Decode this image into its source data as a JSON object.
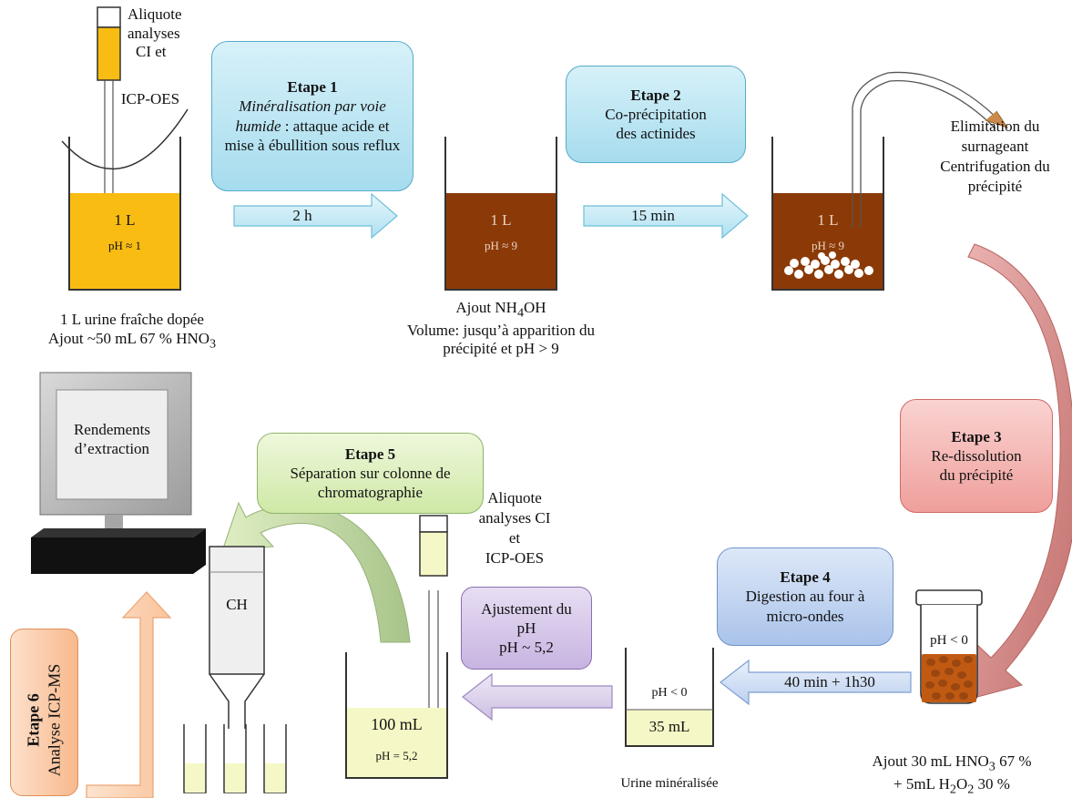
{
  "colors": {
    "box_blue": "#b9e6f3",
    "box_blue_border": "#4aa7c6",
    "box_red": "#f4b6b3",
    "box_red_border": "#cf6a66",
    "box_green": "#e2f2c2",
    "box_green_border": "#8eb56b",
    "box_purple": "#ddd1ec",
    "box_purple_border": "#8a6fb0",
    "box_lightblue": "#c7d9f3",
    "box_lightblue_border": "#6f93c9",
    "box_orange": "#fbd3b6",
    "box_orange_border": "#e18e55",
    "urine": "#f9bc13",
    "brown": "#8b3a07",
    "digest": "#c05a12",
    "pale": "#f5f8c6"
  },
  "top_aliquot": {
    "line1": "Aliquote",
    "line2": "analyses",
    "line3": "CI et",
    "line4": "ICP-OES"
  },
  "beaker1": {
    "volume": "1 L",
    "ph": "pH ≈ 1",
    "caption1": "1 L urine fraîche dopée",
    "caption2_pre": "Ajout ~50 mL 67 % HNO",
    "caption2_sub": "3"
  },
  "step1": {
    "title": "Etape 1",
    "italic": "Minéralisation par voie humide",
    "rest": " : attaque acide et mise à ébullition sous reflux",
    "arrow": "2 h"
  },
  "beaker2": {
    "volume": "1 L",
    "ph": "pH ≈ 9",
    "caption1_pre": "Ajout NH",
    "caption1_sub": "4",
    "caption1_post": "OH",
    "caption2": "Volume: jusqu’à apparition du",
    "caption3": "précipité et pH > 9"
  },
  "step2": {
    "title": "Etape 2",
    "line1": "Co-précipitation",
    "line2": "des  actinides",
    "arrow": "15 min"
  },
  "beaker3": {
    "volume": "1 L",
    "ph": "pH ≈ 9",
    "note1": "Elimitation du",
    "note2": "surnageant",
    "note3": "Centrifugation du",
    "note4": "précipité"
  },
  "step3": {
    "title": "Etape 3",
    "line1": "Re-dissolution",
    "line2": "du précipité"
  },
  "tube": {
    "ph": "pH < 0",
    "caption1_pre": "Ajout 30 mL HNO",
    "caption1_sub": "3",
    "caption1_post": " 67 %",
    "caption2_pre": "+ 5mL H",
    "caption2_sub1": "2",
    "caption2_mid": "O",
    "caption2_sub2": "2",
    "caption2_post": " 30 %"
  },
  "step4": {
    "title": "Etape 4",
    "line1": "Digestion au four à",
    "line2": "micro-ondes",
    "arrow": "40 min + 1h30"
  },
  "beaker4": {
    "ph": "pH < 0",
    "volume": "35 mL",
    "caption": "Urine minéralisée"
  },
  "ph_adjust": {
    "line1": "Ajustement du",
    "line2": "pH",
    "line3": "pH ~ 5,2"
  },
  "bottom_aliquot": {
    "line1": "Aliquote",
    "line2": "analyses CI",
    "line3": "et",
    "line4": "ICP-OES"
  },
  "beaker5": {
    "volume": "100 mL",
    "ph": "pH = 5,2"
  },
  "step5": {
    "title": "Etape 5",
    "line1": "Séparation sur colonne de",
    "line2": "chromatographie"
  },
  "column": {
    "label": "CH"
  },
  "monitor": {
    "line1": "Rendements",
    "line2": "d’extraction"
  },
  "step6": {
    "title": "Etape 6",
    "line1": "Analyse ICP-MS"
  }
}
